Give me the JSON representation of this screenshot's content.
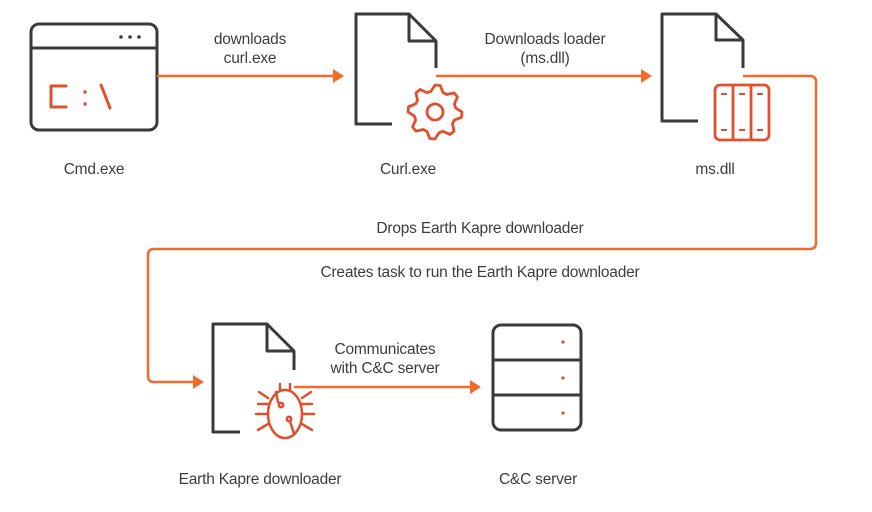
{
  "colors": {
    "accent": "#f26b2a",
    "icon_accent": "#e0502f",
    "outline": "#3a3a3a",
    "text": "#3d3d3d"
  },
  "nodes": {
    "cmd": {
      "label": "Cmd.exe",
      "icon": "terminal-window-icon",
      "prompt": "C:\\"
    },
    "curl": {
      "label": "Curl.exe",
      "icon": "file-gear-icon"
    },
    "msdll": {
      "label": "ms.dll",
      "icon": "file-library-icon"
    },
    "downloader": {
      "label": "Earth Kapre downloader",
      "icon": "file-bug-icon"
    },
    "server": {
      "label": "C&C server",
      "icon": "server-rack-icon"
    }
  },
  "edges": {
    "cmd_to_curl": {
      "line1": "downloads",
      "line2": "curl.exe"
    },
    "curl_to_msdll": {
      "line1": "Downloads loader",
      "line2": "(ms.dll)"
    },
    "msdll_to_downloader_top": "Drops Earth Kapre downloader",
    "msdll_to_downloader_bottom": "Creates task to run the Earth Kapre downloader",
    "downloader_to_server": {
      "line1": "Communicates",
      "line2": "with C&C server"
    }
  }
}
